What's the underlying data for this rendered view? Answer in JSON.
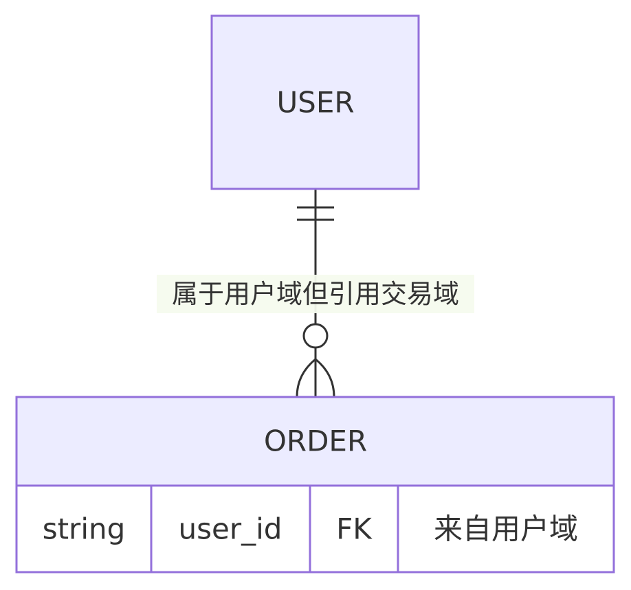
{
  "entities": {
    "user": {
      "name": "USER"
    },
    "order": {
      "name": "ORDER",
      "attributes": [
        {
          "type": "string",
          "name": "user_id",
          "key": "FK",
          "comment": "来自用户域"
        }
      ]
    }
  },
  "relationship": {
    "label": "属于用户域但引用交易域",
    "from": "USER",
    "to": "ORDER",
    "from_cardinality": "exactly-one",
    "to_cardinality": "zero-or-more"
  },
  "colors": {
    "entity_fill": "#ECECFF",
    "entity_stroke": "#9370DB",
    "line": "#333333",
    "label_bg": "#F6FBEE"
  }
}
